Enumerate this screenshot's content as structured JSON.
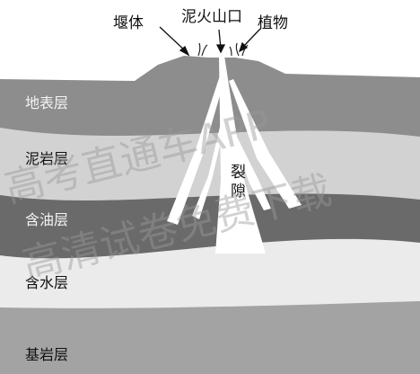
{
  "top_labels": {
    "dam": "堰体",
    "vent": "泥火山口",
    "plants": "植物"
  },
  "layers": [
    {
      "label": "地表层",
      "shade": "#8d8d8d"
    },
    {
      "label": "泥岩层",
      "shade": "#d2d2d2"
    },
    {
      "label": "含油层",
      "shade": "#6a6a6a"
    },
    {
      "label": "含水层",
      "shade": "#ebebeb"
    },
    {
      "label": "基岩层",
      "shade": "#a3a3a3"
    }
  ],
  "fissure_label": "裂隙",
  "watermarks": [
    "高考直通车APP",
    "高清试卷免费下载"
  ]
}
